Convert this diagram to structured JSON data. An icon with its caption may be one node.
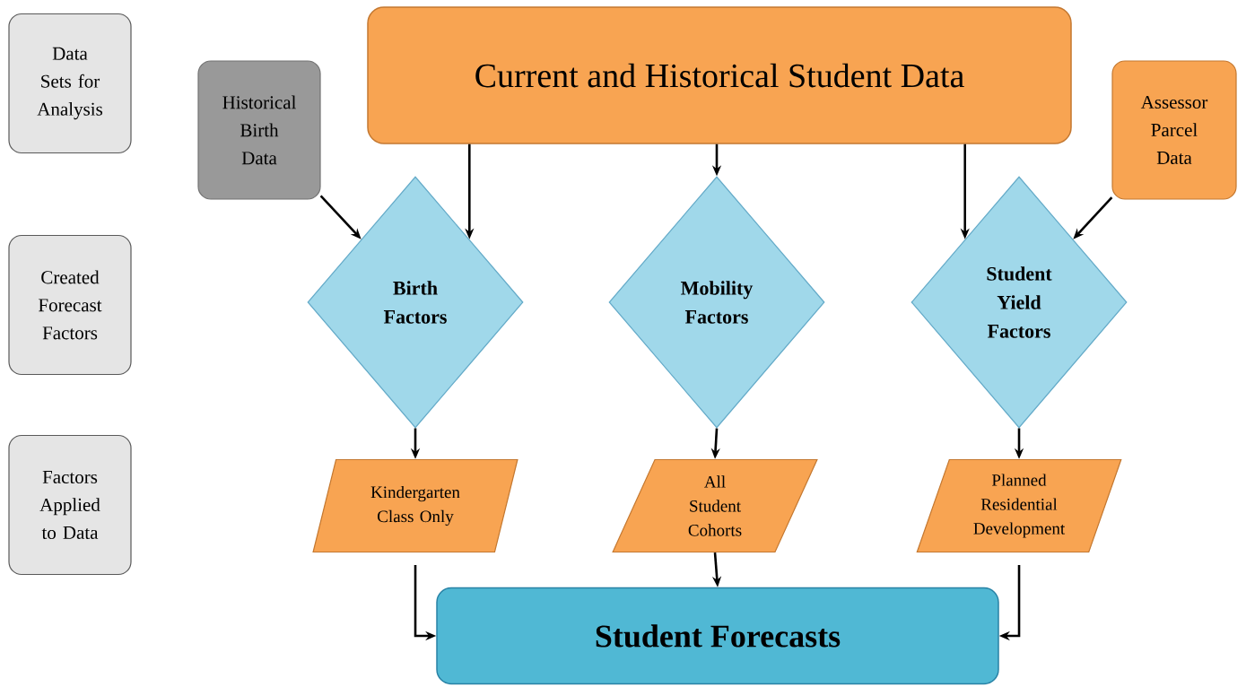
{
  "diagram": {
    "nodes": [
      {
        "text": [
          "Data Sets for Analysis"
        ]
      },
      {
        "text": [
          "Created Forecast Factors"
        ]
      },
      {
        "text": [
          "Factors Applied to Data"
        ]
      },
      {
        "text": [
          "Current and Historical Student Data"
        ]
      },
      {
        "text": [
          "Historical Birth Data"
        ]
      },
      {
        "text": [
          "Assessor Parcel Data"
        ]
      },
      {
        "text": [
          "Birth Factors"
        ]
      },
      {
        "text": [
          "Mobility Factors"
        ]
      },
      {
        "text": [
          "Student Yield Factors"
        ]
      },
      {
        "text": [
          "Kindergarten Class Only"
        ]
      },
      {
        "text": [
          "All Student Cohorts"
        ]
      },
      {
        "text": [
          "Planned Residential Development"
        ]
      },
      {
        "text": [
          "Student Forecasts"
        ]
      }
    ],
    "edges": [
      {
        "from": 4,
        "to": 6,
        "arrow": "to"
      },
      {
        "from": 3,
        "to": 6,
        "arrow": "to"
      },
      {
        "from": 3,
        "to": 7,
        "arrow": "to"
      },
      {
        "from": 3,
        "to": 8,
        "arrow": "to"
      },
      {
        "from": 5,
        "to": 8,
        "arrow": "to"
      },
      {
        "from": 6,
        "to": 9,
        "arrow": "to"
      },
      {
        "from": 7,
        "to": 10,
        "arrow": "to"
      },
      {
        "from": 8,
        "to": 11,
        "arrow": "to"
      },
      {
        "from": 9,
        "to": 12,
        "arrow": "to"
      },
      {
        "from": 10,
        "to": 12,
        "arrow": "to"
      },
      {
        "from": 11,
        "to": 12,
        "arrow": "to"
      }
    ]
  }
}
